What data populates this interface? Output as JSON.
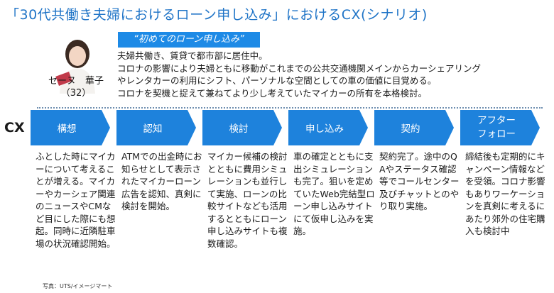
{
  "title": "「30代共働き夫婦におけるローン申し込み」におけるCX(シナリオ)",
  "persona": {
    "name": "セーヌ　華子",
    "age": "（32）"
  },
  "scenario": {
    "badge": "“初めてのローン申し込み”",
    "lines": [
      "夫婦共働き、賃貸で都市部に居住中。",
      "コロナの影響により夫婦ともに移動がこれまでの公共交通機関メインからカーシェアリング",
      "やレンタカーの利用にシフト、パーソナルな空間としての車の価値に目覚める。",
      "コロナを契機と捉えて兼ねてより少し考えていたマイカーの所有を本格検討。"
    ]
  },
  "cx_label": "CX",
  "steps": [
    {
      "label": "構想"
    },
    {
      "label": "認知"
    },
    {
      "label": "検討"
    },
    {
      "label": "申し込み"
    },
    {
      "label": "契約"
    },
    {
      "label": "アフター\nフォロー"
    }
  ],
  "columns": [
    "ふとした時にマイカーについて考えることが増える。マイカーやカーシェア関連のニュースやCMなど目にした際にも想起。同時に近隣駐車場の状況確認開始。",
    "ATMでの出金時にお知らせとして表示されたマイカーローン広告を認知、真剣に検討を開始。",
    "マイカー候補の検討とともに費用シミュレーションも並行して実施、ローンの比較サイトなども活用するとともにローン申し込みサイトも複数確認。",
    "車の確定とともに支出シミュレーションも完了。狙いを定めていたWeb完結型ローン申し込みサイトにて仮申し込みを実施。",
    "契約完了。途中のQAやステータス確認等でコールセンター及びチャットとのやり取り実施。",
    "締結後も定期的にキャンペーン情報などを受領。コロナ影響もありワーケーションを真剣に考えるにあたり郊外の住宅購入も検討中"
  ],
  "photo_credit": "写真：UTS/イメージマート",
  "colors": {
    "accent": "#1e82dc",
    "title": "#1f74c7"
  }
}
